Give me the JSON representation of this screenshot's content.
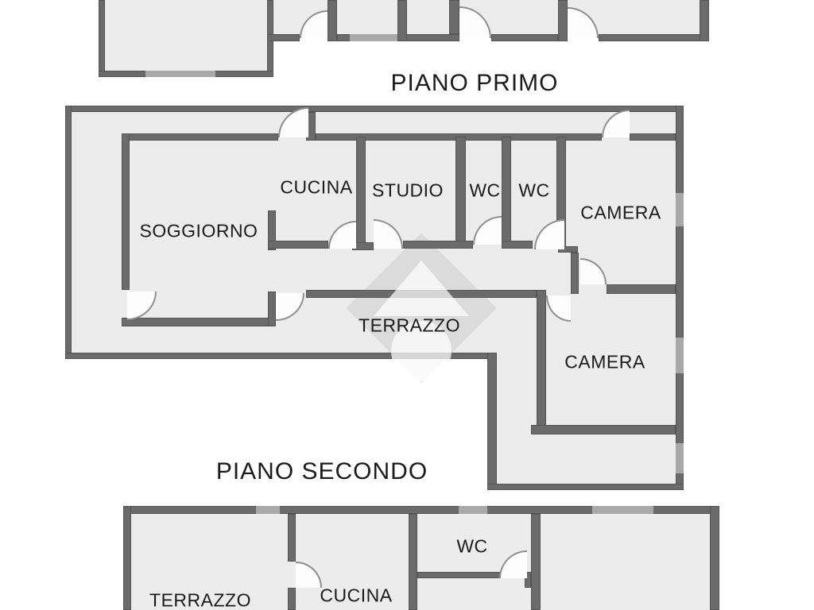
{
  "document": {
    "type": "floor-plan"
  },
  "colors": {
    "bg": "#ffffff",
    "floor": "#ececec",
    "wall": "#6b6b6b",
    "wall_dark": "#555555",
    "window": "#a9a9a9",
    "door": "#8f8f8f",
    "wedge": "#fdfdfd",
    "label": "#1b1b1b",
    "watermark": "rgba(110,110,110,0.13)"
  },
  "watermark": {
    "icon": "diamond-house-logo-watermark"
  },
  "floors": {
    "piano_primo": {
      "title": "PIANO PRIMO",
      "rooms": {
        "soggiorno": "SOGGIORNO",
        "cucina": "CUCINA",
        "studio": "STUDIO",
        "wc1": "WC",
        "wc2": "WC",
        "camera1": "CAMERA",
        "terrazzo": "TERRAZZO",
        "camera2": "CAMERA"
      }
    },
    "piano_secondo": {
      "title": "PIANO SECONDO",
      "rooms": {
        "terrazzo": "TERRAZZO",
        "cucina": "CUCINA",
        "wc": "WC"
      }
    }
  }
}
